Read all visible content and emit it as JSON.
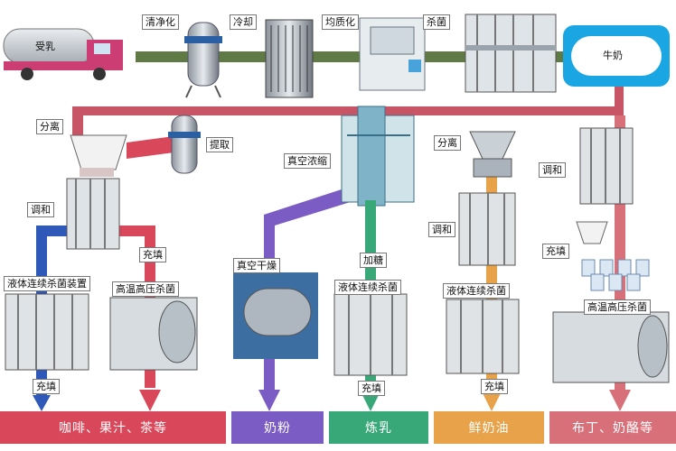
{
  "labels": {
    "receive_milk": "受乳",
    "purify": "清净化",
    "cool": "冷却",
    "homogenize": "均质化",
    "sterilize": "杀菌",
    "milk": "牛奶",
    "separate_left": "分离",
    "extract": "提取",
    "blend_left": "调和",
    "liquid_sterilizer": "液体连续杀菌装置",
    "fill_mid_left": "充填",
    "hthp_sterilize_left": "高温高压杀菌",
    "fill_bottom_left": "充填",
    "vacuum_concentrate": "真空浓缩",
    "vacuum_dry": "真空干燥",
    "add_sugar": "加糖",
    "liquid_sterilize_mid": "液体连续杀菌",
    "fill_condensed": "充填",
    "separate_right": "分离",
    "blend_cream": "调和",
    "liquid_sterilize_cream": "液体连续杀菌",
    "fill_cream": "充填",
    "blend_right": "调和",
    "fill_right": "充填",
    "hthp_sterilize_right": "高温高压杀菌"
  },
  "products": {
    "coffee_juice_tea": "咖啡、果汁、茶等",
    "milk_powder": "奶粉",
    "condensed_milk": "炼乳",
    "fresh_cream": "鲜奶油",
    "pudding": "布丁、奶酪等"
  },
  "colors": {
    "main_line": "#5f7a45",
    "blue_path": "#2e59b8",
    "red_path": "#d8485a",
    "purple_path": "#7a5cc4",
    "green_path": "#39a878",
    "orange_path": "#e7a24a",
    "pink_path": "#d8707a",
    "milk_box": "#1aa6e2"
  }
}
